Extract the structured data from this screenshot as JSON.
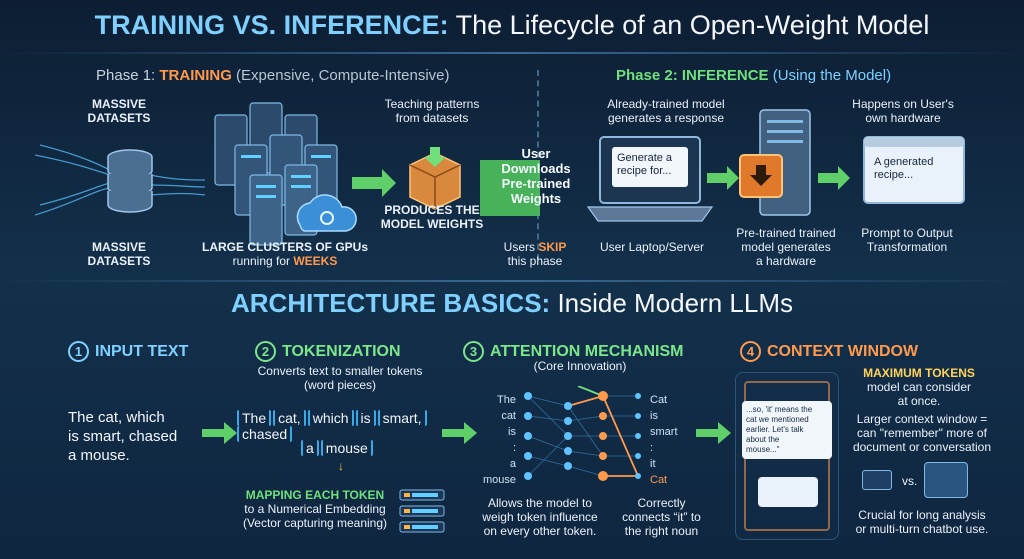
{
  "header": {
    "title_highlight": "TRAINING VS. INFERENCE:",
    "title_rest": " The Lifecycle of an Open-Weight Model"
  },
  "phase1": {
    "prefix": "Phase 1: ",
    "highlight": "TRAINING",
    "sub": " (Expensive, Compute-Intensive)",
    "datasets_top": [
      "MASSIVE",
      "DATASETS"
    ],
    "datasets_bottom": [
      "MASSIVE",
      "DATASETS"
    ],
    "gpu_caption_bold": "LARGE CLUSTERS OF GPUs",
    "gpu_caption_line2_pre": "running for ",
    "gpu_caption_line2_hl": "WEEKS",
    "teaching": [
      "Teaching patterns",
      "from datasets"
    ],
    "produces": [
      "PRODUCES THE",
      "MODEL WEIGHTS"
    ]
  },
  "middle": {
    "download": [
      "User",
      "Downloads",
      "Pre-trained",
      "Weights"
    ],
    "skip_pre": "Users ",
    "skip_hl": "SKIP",
    "skip_line2": "this phase"
  },
  "phase2": {
    "title": "Phase 2: INFERENCE",
    "sub": " (Using the Model)",
    "already": [
      "Already-trained model",
      "generates a response"
    ],
    "laptop_screen": [
      "Generate a",
      "recipe for..."
    ],
    "laptop_caption": "User Laptop/Server",
    "server_caption": [
      "Pre-trained trained",
      "model generates",
      "a hardware"
    ],
    "own_hw": [
      "Happens on User's",
      "own hardware"
    ],
    "output_screen": [
      "A generated",
      "recipe..."
    ],
    "output_caption": [
      "Prompt to Output",
      "Transformation"
    ]
  },
  "section2": {
    "title_highlight": "ARCHITECTURE BASICS:",
    "title_rest": " Inside Modern LLMs"
  },
  "steps": {
    "s1": {
      "num": "1",
      "title": "INPUT TEXT",
      "text": [
        "The cat, which",
        "is smart, chased",
        "a mouse."
      ]
    },
    "s2": {
      "num": "2",
      "title": "TOKENIZATION",
      "desc": [
        "Converts text to smaller tokens",
        "(word pieces)"
      ],
      "tokens_row1": [
        "The",
        "cat,",
        "which",
        "is",
        "smart,",
        "chased"
      ],
      "tokens_row2": [
        "a",
        "mouse"
      ],
      "mapping_bold": "MAPPING EACH TOKEN",
      "mapping_rest": [
        "to a Numerical Embedding",
        "(Vector capturing meaning)"
      ]
    },
    "s3": {
      "num": "3",
      "title": "ATTENTION MECHANISM",
      "sub": "(Core Innovation)",
      "left_nodes": [
        "The",
        "cat",
        "is",
        ":",
        "a",
        "mouse"
      ],
      "right_nodes": [
        "Cat",
        "is",
        "smart",
        ":",
        "it",
        "Cat"
      ],
      "caption_left": [
        "Allows the model to",
        "weigh token influence",
        "on every other token."
      ],
      "caption_right": [
        "Correctly",
        "connects “it” to",
        "the right noun"
      ]
    },
    "s4": {
      "num": "4",
      "title": "CONTEXT WINDOW",
      "bubble": [
        "...so, 'it' means the",
        "cat we mentioned",
        "earlier. Let's talk",
        "about the",
        "mouse...\""
      ],
      "max_bold": "MAXIMUM TOKENS",
      "max_rest": [
        "model can consider",
        "at once."
      ],
      "larger": [
        "Larger context window =",
        "can \"remember\" more of",
        "document or conversation"
      ],
      "vs": "vs.",
      "crucial": [
        "Crucial for long analysis",
        "or multi-turn chatbot use."
      ]
    }
  }
}
